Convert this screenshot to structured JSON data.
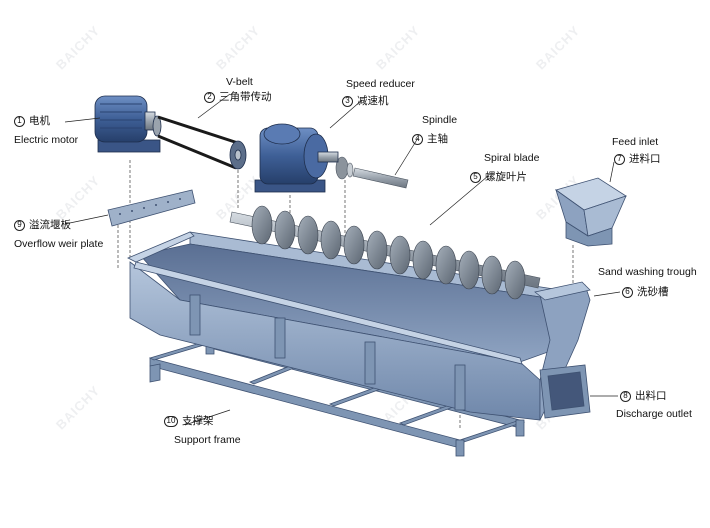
{
  "watermark": "BAICHY",
  "callouts": [
    {
      "id": "motor",
      "number": "1",
      "zh": "电机",
      "en": "Electric motor"
    },
    {
      "id": "vbelt",
      "number": "2",
      "zh": "三角带传动",
      "en": "V-belt"
    },
    {
      "id": "reducer",
      "number": "3",
      "zh": "减速机",
      "en": "Speed reducer"
    },
    {
      "id": "spindle",
      "number": "4",
      "zh": "主轴",
      "en": "Spindle"
    },
    {
      "id": "blade",
      "number": "5",
      "zh": "螺旋叶片",
      "en": "Spiral blade"
    },
    {
      "id": "trough",
      "number": "6",
      "zh": "洗砂槽",
      "en": "Sand washing trough"
    },
    {
      "id": "feed",
      "number": "7",
      "zh": "进料口",
      "en": "Feed inlet"
    },
    {
      "id": "discharge",
      "number": "8",
      "zh": "出料口",
      "en": "Discharge outlet"
    },
    {
      "id": "weir",
      "number": "9",
      "zh": "溢流堰板",
      "en": "Overflow weir plate"
    },
    {
      "id": "frame",
      "number": "10",
      "zh": "支撑架",
      "en": "Support frame"
    }
  ],
  "colors": {
    "steel": "#7e95b3",
    "steel_dark": "#55698a",
    "steel_light": "#a9bbd3",
    "motor_blue": "#3e5f96",
    "shaft": "#9aa3ad"
  }
}
